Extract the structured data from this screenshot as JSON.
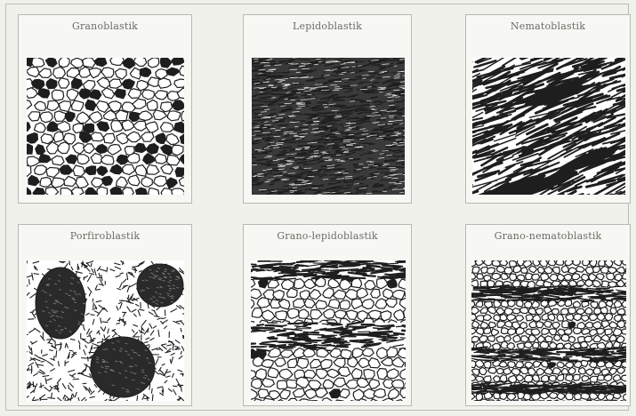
{
  "panels": [
    {
      "id": "granoblastic",
      "label": "Granoblastik",
      "texture": "grains-dense"
    },
    {
      "id": "lepidoblastic",
      "label": "Lepidoblastik",
      "texture": "mica-flakes"
    },
    {
      "id": "nematoblastic",
      "label": "Nematoblastik",
      "texture": "needles"
    },
    {
      "id": "porphyroblastic",
      "label": "Porfiroblastik",
      "texture": "porphyroblasts"
    },
    {
      "id": "grano-lepidoblastic",
      "label": "Grano-lepidoblastik",
      "texture": "grains-with-mica-bands"
    },
    {
      "id": "grano-nematoblastic",
      "label": "Grano-nematoblastik",
      "texture": "grains-with-needle-bands"
    }
  ],
  "colors": {
    "ink": "#1e1e1e",
    "paper": "#ffffff",
    "frame": "#b9b9b3",
    "label": "#6b6b66"
  }
}
